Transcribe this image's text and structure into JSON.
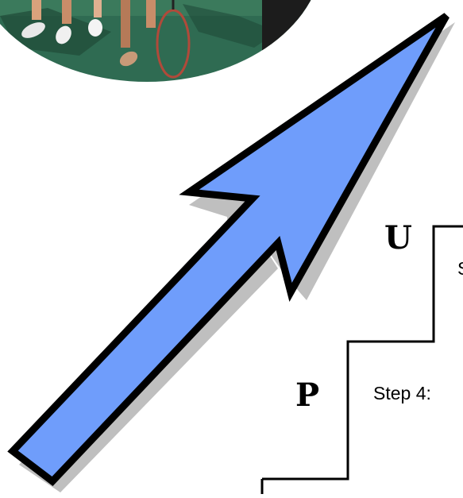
{
  "photo": {
    "description_icon": "tennis-players-legs-icon",
    "court_color": "#2f6b52"
  },
  "arrow": {
    "fill_color": "#6f9dfb",
    "outline_color": "#000000"
  },
  "staircase": {
    "letters": [
      "U",
      "P"
    ],
    "step_labels": [
      "S",
      "Step 4:"
    ]
  }
}
